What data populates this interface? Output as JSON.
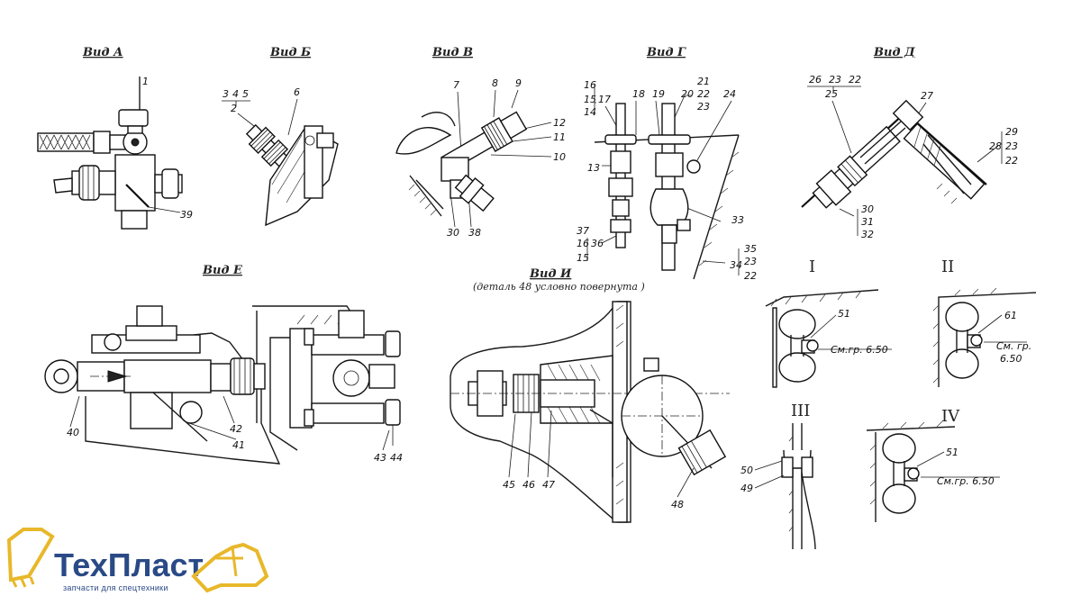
{
  "views": {
    "a": {
      "title": "Вид А",
      "labels": [
        "1",
        "39"
      ]
    },
    "b": {
      "title": "Вид Б",
      "labels": [
        "3",
        "4",
        "5",
        "2",
        "6"
      ]
    },
    "v": {
      "title": "Вид В",
      "labels": [
        "7",
        "8",
        "9",
        "12",
        "11",
        "10",
        "30",
        "38"
      ]
    },
    "g": {
      "title": "Вид Г",
      "labels": [
        "16",
        "15",
        "17",
        "14",
        "18",
        "19",
        "20",
        "21",
        "22",
        "23",
        "24",
        "13",
        "33",
        "37",
        "16",
        "36",
        "15",
        "35",
        "23",
        "34",
        "22"
      ]
    },
    "d": {
      "title": "Вид Д",
      "labels": [
        "26",
        "23",
        "22",
        "25",
        "27",
        "29",
        "28",
        "23",
        "22",
        "30",
        "31",
        "32"
      ]
    },
    "e": {
      "title": "Вид Е",
      "labels": [
        "40",
        "42",
        "41",
        "43",
        "44"
      ]
    },
    "i": {
      "title": "Вид И",
      "subtitle": "(деталь 48 условно повернута )",
      "labels": [
        "45",
        "46",
        "47",
        "48"
      ]
    },
    "r1": {
      "title": "I",
      "labels": [
        "51"
      ],
      "ref": "См.гр. 6.50"
    },
    "r2": {
      "title": "II",
      "labels": [
        "61"
      ],
      "ref_line1": "См. гр.",
      "ref_line2": "6.50"
    },
    "r3": {
      "title": "III",
      "labels": [
        "50",
        "49"
      ]
    },
    "r4": {
      "title": "IV",
      "labels": [
        "51"
      ],
      "ref": "См.гр. 6.50"
    }
  },
  "logo": {
    "name": "ТехПласт",
    "tagline": "запчасти для спецтехники",
    "color": "#2a4a86",
    "accent": "#e8b82a"
  }
}
